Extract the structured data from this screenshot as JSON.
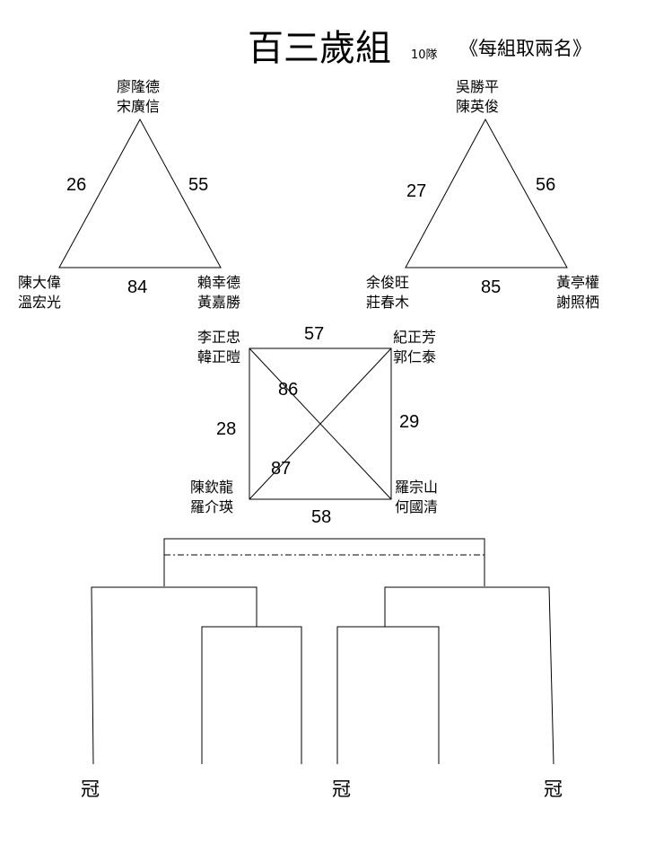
{
  "header": {
    "title": "百三歲組",
    "team_count": "10隊",
    "rule": "《每組取兩名》"
  },
  "group_a": {
    "top": [
      "廖隆德",
      "宋廣信"
    ],
    "bottom_left": [
      "陳大偉",
      "溫宏光"
    ],
    "bottom_right": [
      "賴幸德",
      "黃嘉勝"
    ],
    "match_left": "26",
    "match_right": "55",
    "match_bottom": "84"
  },
  "group_b": {
    "top": [
      "吳勝平",
      "陳英俊"
    ],
    "bottom_left": [
      "余俊旺",
      "莊春木"
    ],
    "bottom_right": [
      "黃亭權",
      "謝照栖"
    ],
    "match_left": "27",
    "match_right": "56",
    "match_bottom": "85"
  },
  "group_c": {
    "top_left": [
      "李正忠",
      "韓正暟"
    ],
    "top_right": [
      "紀正芳",
      "郭仁泰"
    ],
    "bottom_left": [
      "陳欽龍",
      "羅介瑛"
    ],
    "bottom_right": [
      "羅宗山",
      "何國清"
    ],
    "match_top": "57",
    "match_left": "28",
    "match_right": "29",
    "match_bottom": "58",
    "match_diag_a": "86",
    "match_diag_b": "87"
  },
  "bracket": {
    "champion_left": "冠",
    "champion_center": "冠",
    "champion_right": "冠"
  }
}
